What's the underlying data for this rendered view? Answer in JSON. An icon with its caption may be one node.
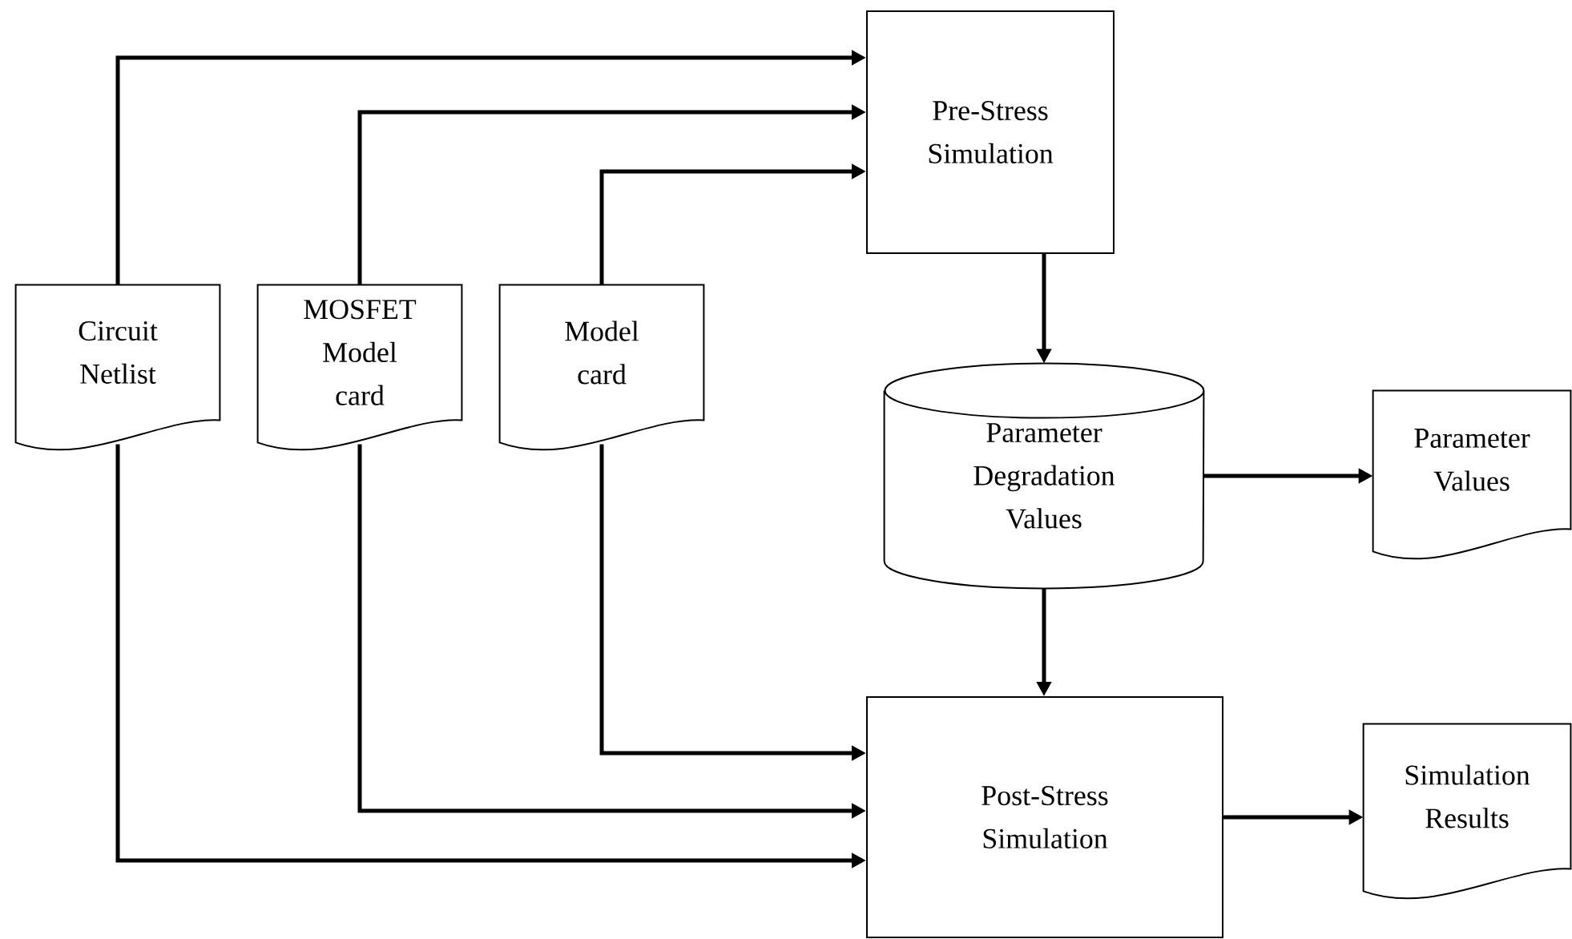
{
  "diagram": {
    "nodes": [
      {
        "text": [
          "Pre-Stress Simulation"
        ]
      },
      {
        "text": [
          "Circuit Netlist"
        ]
      },
      {
        "text": [
          "MOSFET Model card"
        ]
      },
      {
        "text": [
          "Model card"
        ]
      },
      {
        "text": [
          "Parameter Degradation Values"
        ]
      },
      {
        "text": [
          "Parameter Values"
        ]
      },
      {
        "text": [
          "Post-Stress Simulation"
        ]
      },
      {
        "text": [
          "Simulation Results"
        ]
      }
    ],
    "edges": [
      {
        "from": 1,
        "to": 0,
        "arrow": "to"
      },
      {
        "from": 2,
        "to": 0,
        "arrow": "to"
      },
      {
        "from": 3,
        "to": 0,
        "arrow": "to"
      },
      {
        "from": 0,
        "to": 4,
        "arrow": "to"
      },
      {
        "from": 4,
        "to": 5,
        "arrow": "to"
      },
      {
        "from": 4,
        "to": 6,
        "arrow": "to"
      },
      {
        "from": 3,
        "to": 6,
        "arrow": "to"
      },
      {
        "from": 2,
        "to": 6,
        "arrow": "to"
      },
      {
        "from": 1,
        "to": 6,
        "arrow": "to"
      },
      {
        "from": 6,
        "to": 7,
        "arrow": "to"
      }
    ]
  }
}
